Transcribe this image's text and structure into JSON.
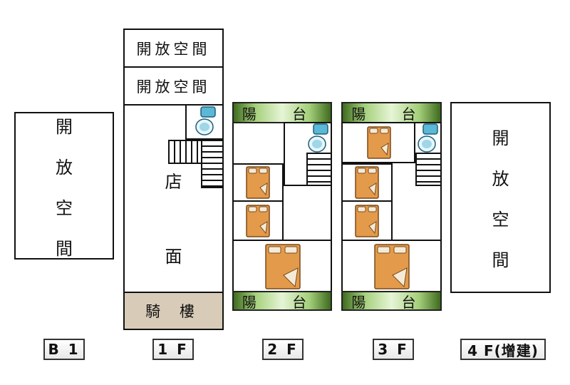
{
  "floors": {
    "b1": {
      "label": "B 1",
      "open_space": [
        "開",
        "放",
        "空",
        "間"
      ]
    },
    "f1": {
      "label": "1 F",
      "open_space_top": "開放空間",
      "open_space_mid": "開放空間",
      "shop": [
        "店",
        "面"
      ],
      "arcade": "騎 樓"
    },
    "f2": {
      "label": "2 F",
      "balcony_top": "陽 台",
      "balcony_bottom": "陽 台"
    },
    "f3": {
      "label": "3 F",
      "balcony_top": "陽 台",
      "balcony_bottom": "陽 台"
    },
    "f4": {
      "label": "4 F(增建)",
      "open_space": [
        "開",
        "放",
        "空",
        "間"
      ]
    }
  },
  "colors": {
    "balcony_green": "#7fb24f",
    "arcade_beige": "#d8cbb8",
    "bed_orange": "#e39a4a",
    "toilet_blue": "#5bb8d6"
  },
  "icons": [
    "bed-icon",
    "toilet-icon",
    "stairs-icon"
  ]
}
